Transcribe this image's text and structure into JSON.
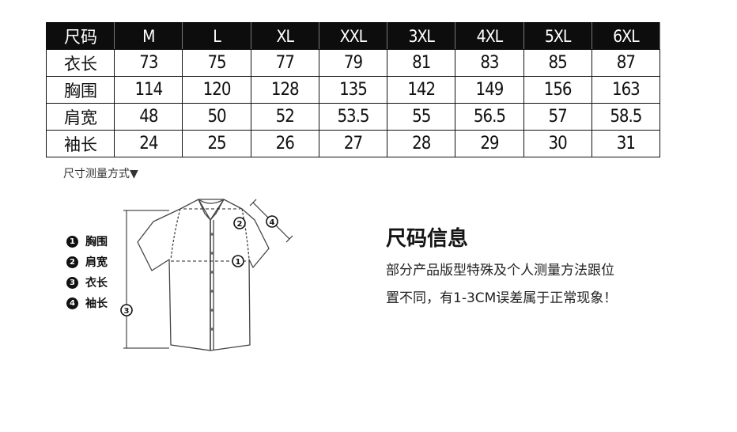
{
  "table": {
    "header_label": "尺码",
    "sizes": [
      "M",
      "L",
      "XL",
      "XXL",
      "3XL",
      "4XL",
      "5XL",
      "6XL"
    ],
    "rows": [
      {
        "label": "衣长",
        "values": [
          "73",
          "75",
          "77",
          "79",
          "81",
          "83",
          "85",
          "87"
        ]
      },
      {
        "label": "胸围",
        "values": [
          "114",
          "120",
          "128",
          "135",
          "142",
          "149",
          "156",
          "163"
        ]
      },
      {
        "label": "肩宽",
        "values": [
          "48",
          "50",
          "52",
          "53.5",
          "55",
          "56.5",
          "57",
          "58.5"
        ]
      },
      {
        "label": "袖长",
        "values": [
          "24",
          "25",
          "26",
          "27",
          "28",
          "29",
          "30",
          "31"
        ]
      }
    ]
  },
  "measure": {
    "title": "尺寸测量方式▼",
    "legend": [
      {
        "num": "1",
        "label": "胸围"
      },
      {
        "num": "2",
        "label": "肩宽"
      },
      {
        "num": "3",
        "label": "衣长"
      },
      {
        "num": "4",
        "label": "袖长"
      }
    ]
  },
  "diagram": {
    "markers": [
      "1",
      "2",
      "3",
      "4"
    ]
  },
  "info": {
    "title": "尺码信息",
    "line1": "部分产品版型特殊及个人测量方法跟位",
    "line2": "置不同，有1-3CM误差属于正常现象！"
  }
}
